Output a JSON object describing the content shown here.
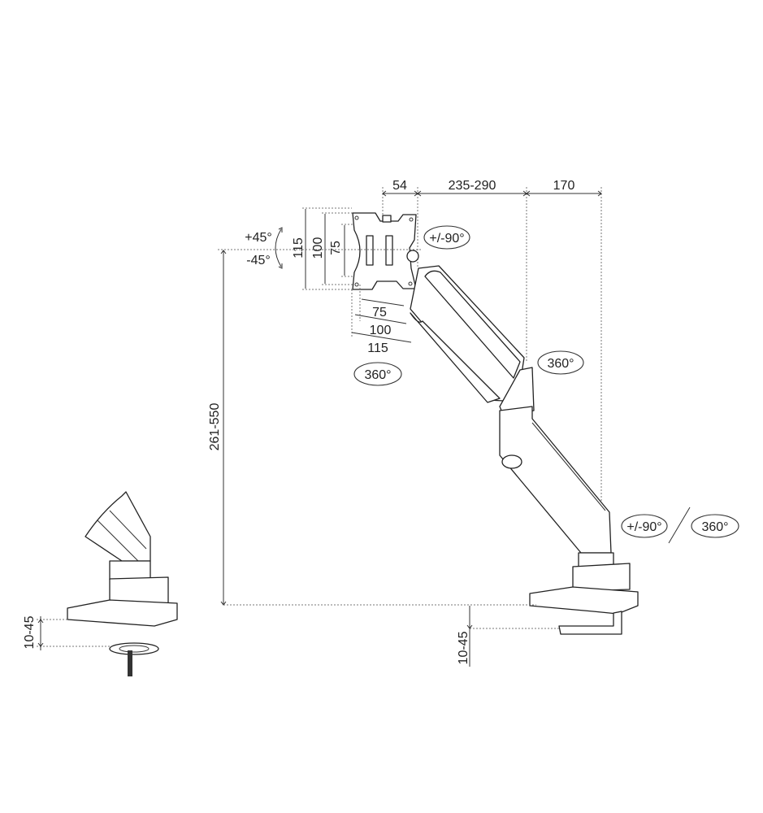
{
  "diagram": {
    "top_dims": {
      "d1": "54",
      "d2": "235-290",
      "d3": "170"
    },
    "tilt": {
      "up": "+45°",
      "down": "-45°"
    },
    "vesa_vertical": {
      "v1": "115",
      "v2": "100",
      "v3": "75"
    },
    "vesa_horizontal": {
      "h1": "75",
      "h2": "100",
      "h3": "115"
    },
    "rotations": {
      "head_rotate": "+/-90°",
      "head_swivel": "360°",
      "elbow_swivel": "360°",
      "base_rotate": "+/-90°",
      "base_swivel": "360°"
    },
    "height_range": "261-550",
    "desk_thickness_main": "10-45",
    "desk_thickness_detail": "10-45"
  }
}
